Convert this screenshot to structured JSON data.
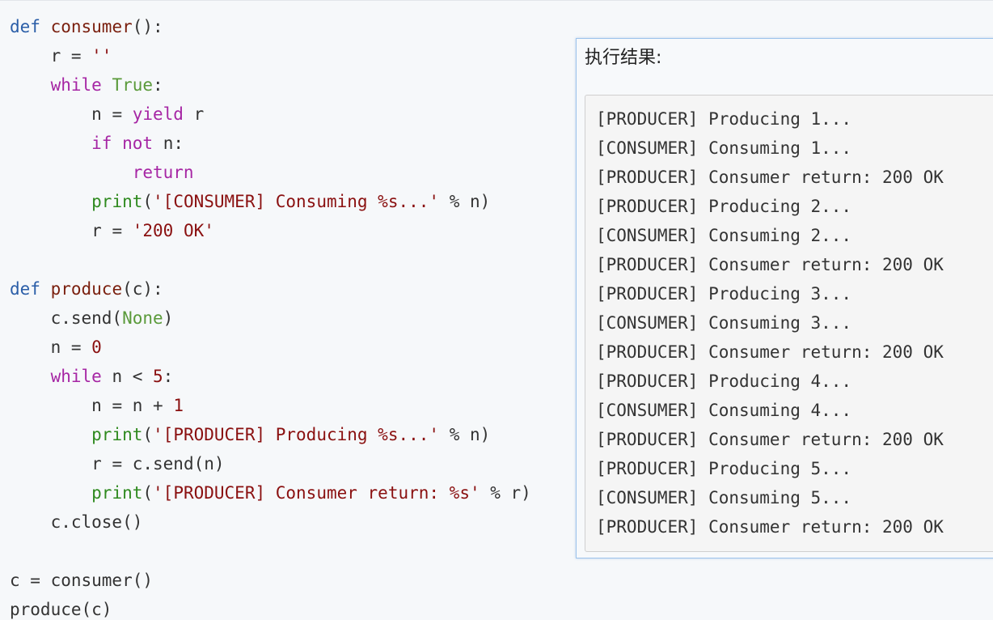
{
  "code": {
    "l01": {
      "kw": "def",
      "fn": "consumer",
      "rest": "():"
    },
    "l02": {
      "a": "r = ",
      "str": "''"
    },
    "l03": {
      "kw": "while",
      "builtin": "True",
      "rest": ":"
    },
    "l04": {
      "a": "n = ",
      "kw": "yield",
      "rest": " r"
    },
    "l05": {
      "kw1": "if",
      "kw2": "not",
      "rest": " n:"
    },
    "l06": {
      "kw": "return"
    },
    "l07": {
      "fn": "print",
      "open": "(",
      "str": "'[CONSUMER] Consuming %s...'",
      "rest": " % n)"
    },
    "l08": {
      "a": "r = ",
      "str": "'200 OK'"
    },
    "l09": {
      "kw": "def",
      "fn": "produce",
      "rest": "(c):"
    },
    "l10": {
      "a": "c.send(",
      "builtin": "None",
      "rest": ")"
    },
    "l11": {
      "a": "n = ",
      "num": "0"
    },
    "l12": {
      "kw": "while",
      "a": " n < ",
      "num": "5",
      "rest": ":"
    },
    "l13": {
      "a": "n = n + ",
      "num": "1"
    },
    "l14": {
      "fn": "print",
      "open": "(",
      "str": "'[PRODUCER] Producing %s...'",
      "rest": " % n)"
    },
    "l15": {
      "a": "r = c.send(n)"
    },
    "l16": {
      "fn": "print",
      "open": "(",
      "str": "'[PRODUCER] Consumer return: %s'",
      "rest": " % r)"
    },
    "l17": {
      "a": "c.close()"
    },
    "l18": {
      "a": "c = consumer()"
    },
    "l19": {
      "a": "produce(c)"
    }
  },
  "result": {
    "title": "执行结果:",
    "lines": [
      "[PRODUCER] Producing 1...",
      "[CONSUMER] Consuming 1...",
      "[PRODUCER] Consumer return: 200 OK",
      "[PRODUCER] Producing 2...",
      "[CONSUMER] Consuming 2...",
      "[PRODUCER] Consumer return: 200 OK",
      "[PRODUCER] Producing 3...",
      "[CONSUMER] Consuming 3...",
      "[PRODUCER] Consumer return: 200 OK",
      "[PRODUCER] Producing 4...",
      "[CONSUMER] Consuming 4...",
      "[PRODUCER] Consumer return: 200 OK",
      "[PRODUCER] Producing 5...",
      "[CONSUMER] Consuming 5...",
      "[PRODUCER] Consumer return: 200 OK"
    ]
  },
  "colors": {
    "background": "#f6f8fa",
    "keyword": "#a626a4",
    "def_keyword": "#2b5ea8",
    "function_name": "#7a1f0e",
    "builtin_constant": "#5a9a3a",
    "print_builtin": "#2f8a1f",
    "string_literal": "#8a1010",
    "panel_border": "#9cc3ec"
  }
}
